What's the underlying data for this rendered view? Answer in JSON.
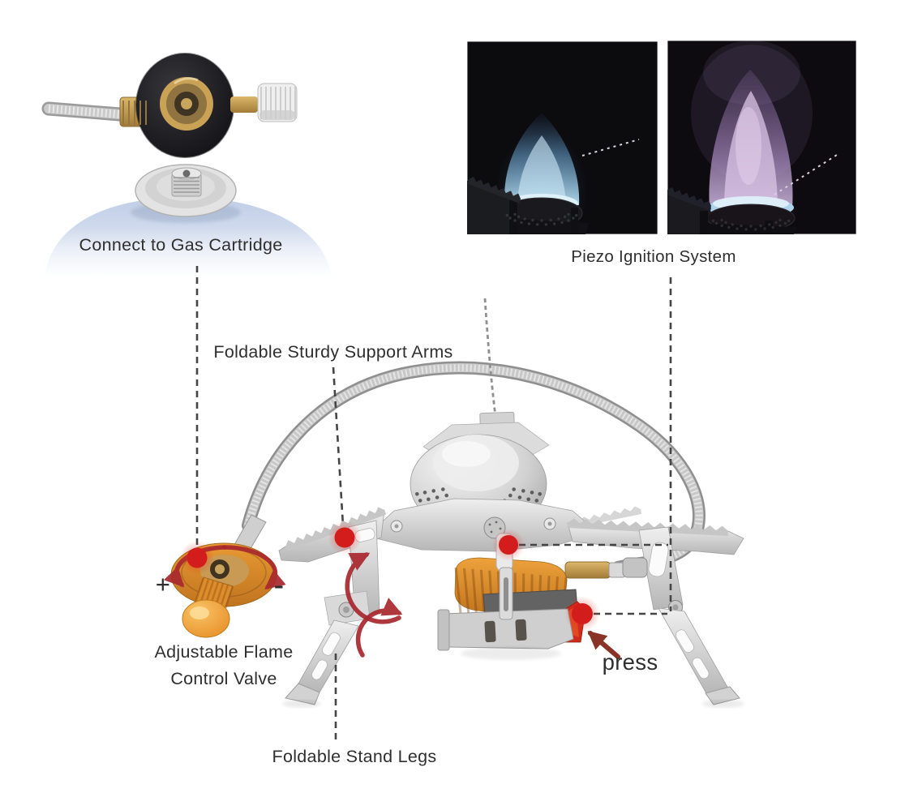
{
  "labels": {
    "connect_gas": "Connect to Gas Cartridge",
    "piezo": "Piezo Ignition System",
    "support_arms": "Foldable Sturdy Support Arms",
    "adjustable_flame_1": "Adjustable Flame",
    "adjustable_flame_2": "Control Valve",
    "plus": "+",
    "minus": "-",
    "press": "press",
    "stand_legs": "Foldable Stand Legs"
  },
  "colors": {
    "text": "#2f2f2f",
    "marker_red": "#d31d1d",
    "arrow_red": "#a8282e",
    "press_arrow_red": "#8a3428",
    "dash_gray": "#454545",
    "valve_orange": "#e0912f",
    "knob_orange": "#f2a43c",
    "flame_blue": "#8ec8e8",
    "flame_purple": "#b49cd0",
    "metal_silver": "#c9c9c9",
    "photo_black": "#0d0c10"
  }
}
